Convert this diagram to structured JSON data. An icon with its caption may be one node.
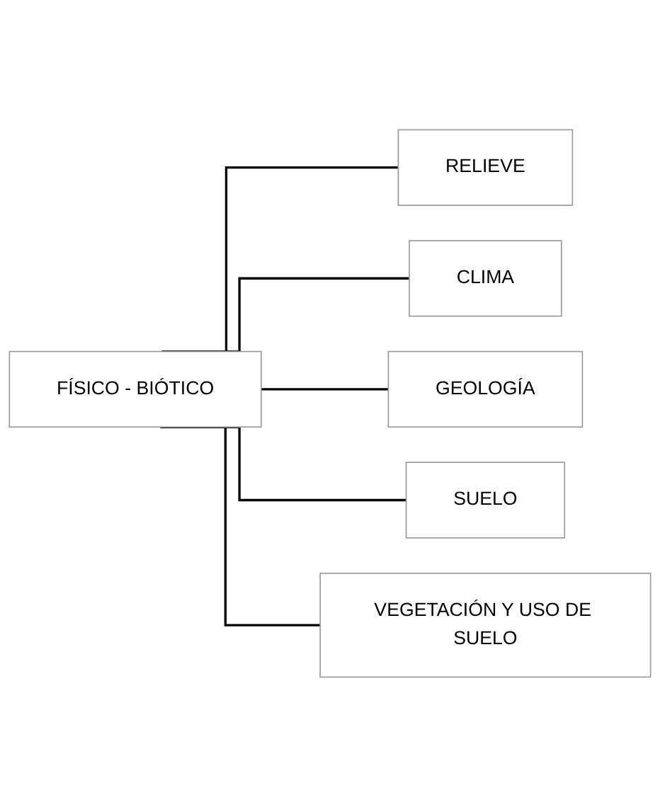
{
  "diagram": {
    "nodes": [
      {
        "text": [
          "FÍSICO - BIÓTICO"
        ]
      },
      {
        "text": [
          "RELIEVE"
        ]
      },
      {
        "text": [
          "CLIMA"
        ]
      },
      {
        "text": [
          "GEOLOGÍA"
        ]
      },
      {
        "text": [
          "SUELO"
        ]
      },
      {
        "text": [
          "VEGETACIÓN Y USO DE SUELO"
        ]
      }
    ],
    "edges": [
      {
        "from": 0,
        "to": 1,
        "arrow": "none"
      },
      {
        "from": 0,
        "to": 2,
        "arrow": "none"
      },
      {
        "from": 0,
        "to": 3,
        "arrow": "none"
      },
      {
        "from": 0,
        "to": 4,
        "arrow": "none"
      },
      {
        "from": 0,
        "to": 5,
        "arrow": "none"
      }
    ]
  }
}
